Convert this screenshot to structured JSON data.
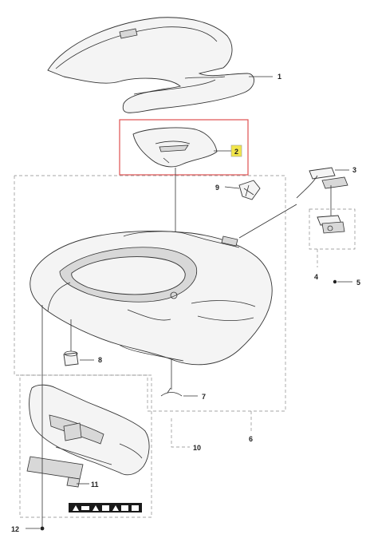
{
  "diagram": {
    "callouts": [
      {
        "id": "1",
        "label": "1"
      },
      {
        "id": "2",
        "label": "2"
      },
      {
        "id": "3",
        "label": "3"
      },
      {
        "id": "4",
        "label": "4"
      },
      {
        "id": "5",
        "label": "5"
      },
      {
        "id": "6",
        "label": "6"
      },
      {
        "id": "7",
        "label": "7"
      },
      {
        "id": "8",
        "label": "8"
      },
      {
        "id": "9",
        "label": "9"
      },
      {
        "id": "10",
        "label": "10"
      },
      {
        "id": "11",
        "label": "11"
      },
      {
        "id": "12",
        "label": "12"
      }
    ],
    "highlight_color": "#e05050",
    "badge_color": "#f2e64a",
    "icons": [
      "body-cover-top",
      "hatch-cover",
      "height-adjust-knob",
      "charge-contact",
      "logo-badge",
      "wire-clip",
      "cable",
      "front-bumper",
      "warning-label-strip"
    ]
  }
}
